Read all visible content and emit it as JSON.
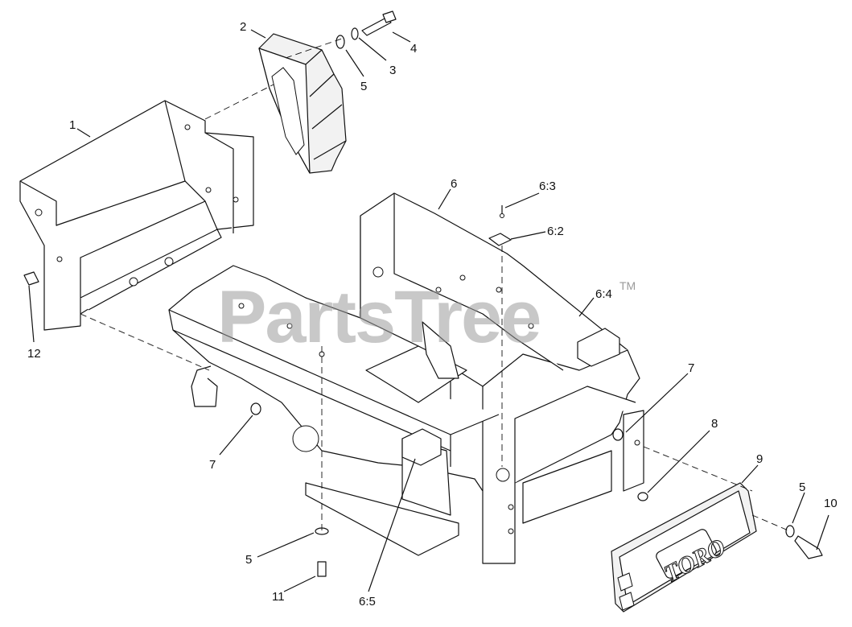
{
  "diagram": {
    "callouts": {
      "c1": "1",
      "c2": "2",
      "c3": "3",
      "c4": "4",
      "c5a": "5",
      "c6": "6",
      "c6_2": "6:2",
      "c6_3": "6:3",
      "c6_4": "6:4",
      "c6_5": "6:5",
      "c7a": "7",
      "c7b": "7",
      "c8": "8",
      "c9": "9",
      "c5b": "5",
      "c10": "10",
      "c5c": "5",
      "c11": "11",
      "c12": "12"
    },
    "watermark": {
      "text": "PartsTree",
      "trademark": "TM"
    },
    "logo_text": "TORO"
  }
}
